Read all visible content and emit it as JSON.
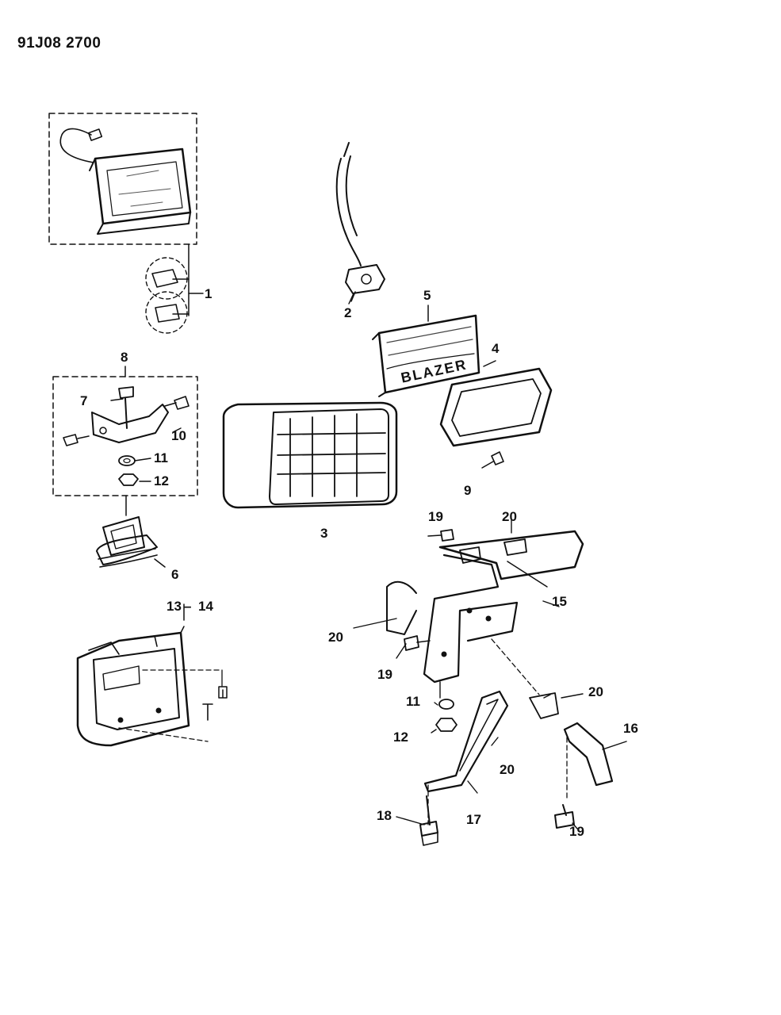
{
  "diagram": {
    "code": "91J08 2700",
    "callouts": {
      "c1": "1",
      "c2": "2",
      "c3": "3",
      "c4": "4",
      "c5": "5",
      "c6": "6",
      "c7": "7",
      "c8": "8",
      "c9": "9",
      "c10": "10",
      "c11a": "11",
      "c12a": "12",
      "c13_14": "13",
      "c13_14b": "14",
      "c15": "15",
      "c16": "16",
      "c17": "17",
      "c18": "18",
      "c19a": "19",
      "c19b": "19",
      "c19c": "19",
      "c20a": "20",
      "c20b": "20",
      "c20c": "20",
      "c20d": "20",
      "c11b": "11",
      "c12b": "12"
    },
    "lens_text": "BLAZER"
  }
}
